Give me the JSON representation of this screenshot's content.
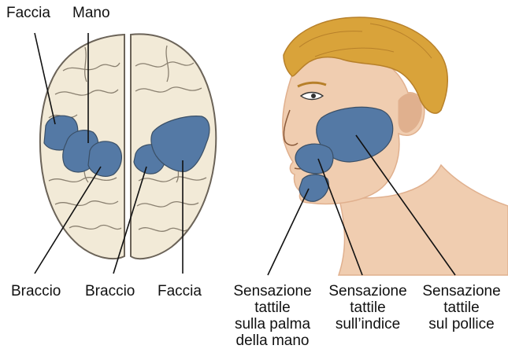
{
  "colors": {
    "brain": "#f2ead7",
    "brain_outline": "#6b6358",
    "gyri": "#8a8070",
    "region": "#5479a5",
    "region_outline": "#3a4f66",
    "skin": "#f0cdb0",
    "skin_shadow": "#e0b08e",
    "hair": "#d9a33a",
    "hair_dark": "#b7802a",
    "line": "#111111"
  },
  "brain": {
    "labels": {
      "top_left": "Faccia",
      "top_center": "Mano",
      "bottom_1": "Braccio",
      "bottom_2": "Braccio",
      "bottom_3": "Faccia"
    }
  },
  "head": {
    "labels": {
      "palm": [
        "Sensazione",
        "tattile",
        "sulla palma",
        "della mano"
      ],
      "index": [
        "Sensazione",
        "tattile",
        "sull’indice"
      ],
      "thumb": [
        "Sensazione",
        "tattile",
        "sul pollice"
      ]
    }
  }
}
